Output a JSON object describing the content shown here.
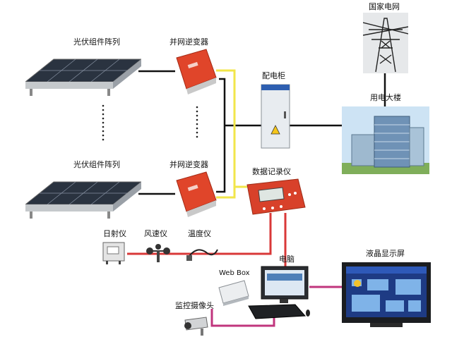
{
  "labels": {
    "pv_array_top": "光伏组件阵列",
    "pv_array_bottom": "光伏组件阵列",
    "inverter_top": "并网逆变器",
    "inverter_bottom": "并网逆变器",
    "distribution_cabinet": "配电柜",
    "state_grid": "国家电网",
    "power_building": "用电大楼",
    "data_logger": "数据记录仪",
    "irradiance_meter": "日射仪",
    "anemometer": "风速仪",
    "thermometer": "温度仪",
    "computer": "电脑",
    "web_box": "Web Box",
    "lcd_screen": "液晶显示屏",
    "camera": "监控摄像头"
  },
  "colors": {
    "dc_wire": "#f2e64a",
    "ac_wire": "#111111",
    "data_wire": "#d93838",
    "display_wire": "#c0357d",
    "inverter_body": "#e0452a",
    "panel": "#2a3340"
  },
  "icons": {
    "inverter": "inverter-icon",
    "cabinet": "distribution-cabinet-icon",
    "tower": "transmission-tower-icon",
    "building": "office-building-icon",
    "logger": "data-logger-icon",
    "computer": "desktop-computer-icon",
    "camera": "security-camera-icon"
  }
}
